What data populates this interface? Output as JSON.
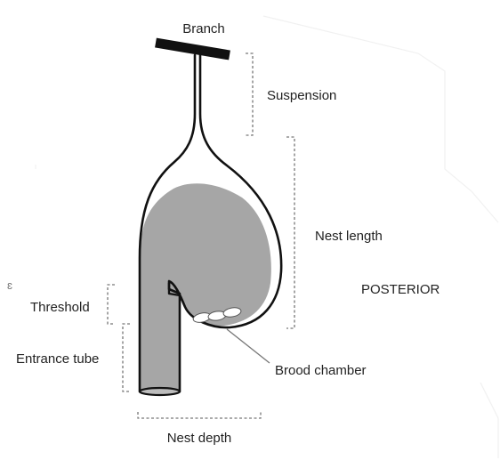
{
  "labels": {
    "branch": "Branch",
    "suspension": "Suspension",
    "nest_length": "Nest length",
    "posterior": "POSTERIOR",
    "threshold": "Threshold",
    "entrance_tube": "Entrance tube",
    "brood_chamber": "Brood chamber",
    "nest_depth": "Nest depth"
  },
  "colors": {
    "nest_fill": "#a6a6a6",
    "outline": "#111111",
    "branch": "#111111",
    "eggs": "#ffffff",
    "brackets": "#777777",
    "text": "#222222"
  }
}
